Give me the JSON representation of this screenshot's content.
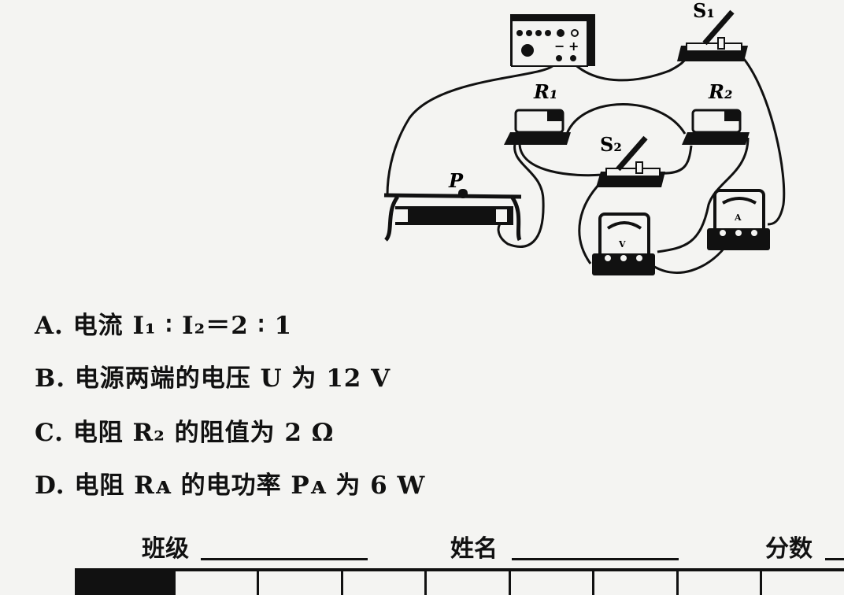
{
  "figure": {
    "labels": {
      "s1": "S₁",
      "s2": "S₂",
      "r1": "R₁",
      "r2": "R₂",
      "p": "P",
      "voltmeter": "V",
      "ammeter": "A",
      "minus": "−",
      "plus": "+"
    }
  },
  "options": [
    {
      "letter": "A.",
      "text": "电流 I₁ ∶ I₂＝2 ∶ 1"
    },
    {
      "letter": "B.",
      "text": "电源两端的电压 U 为 12 V"
    },
    {
      "letter": "C.",
      "text": "电阻 R₂ 的阻值为 2 Ω"
    },
    {
      "letter": "D.",
      "text": "电阻 Rᴀ 的电功率 Pᴀ 为 6 W"
    }
  ],
  "footer": {
    "class_label": "班级",
    "name_label": "姓名",
    "score_label": "分数"
  }
}
